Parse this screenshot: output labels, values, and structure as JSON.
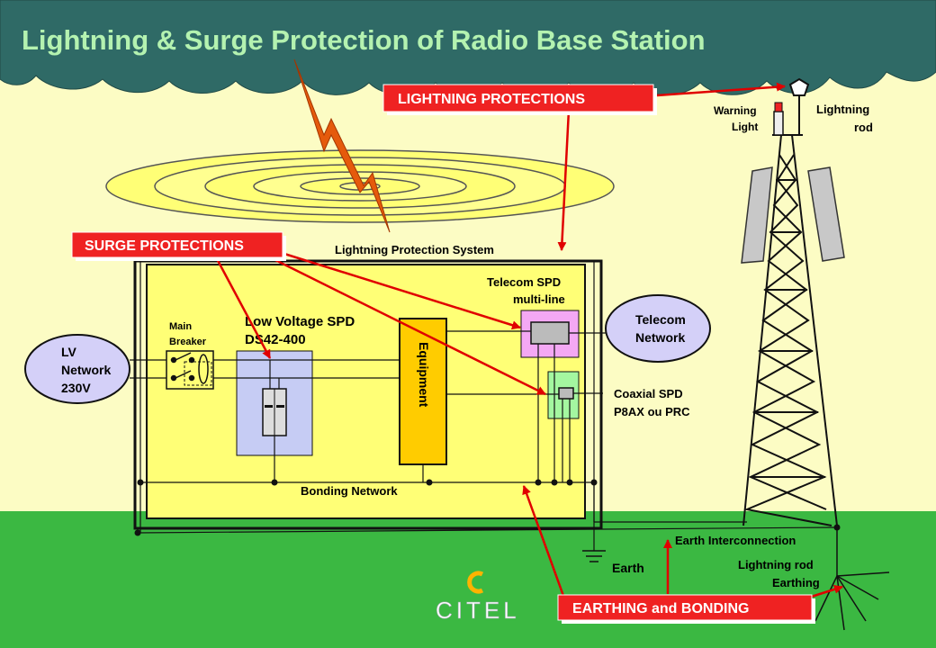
{
  "title": "Lightning & Surge Protection of Radio Base Station",
  "labels": {
    "lightning_protections": "LIGHTNING PROTECTIONS",
    "surge_protections": "SURGE PROTECTIONS",
    "earthing_bonding": "EARTHING and BONDING"
  },
  "components": {
    "lps": "Lightning Protection System",
    "lv_network": [
      "LV",
      "Network",
      "230V"
    ],
    "main_breaker": [
      "Main",
      "Breaker"
    ],
    "lv_spd": [
      "Low Voltage SPD",
      "DS42-400"
    ],
    "equipment": "Equipment",
    "telecom_spd": [
      "Telecom SPD",
      "multi-line"
    ],
    "telecom_network": [
      "Telecom",
      "Network"
    ],
    "coaxial_spd": [
      "Coaxial SPD",
      "P8AX ou PRC"
    ],
    "bonding_network": "Bonding Network",
    "earth": "Earth",
    "earth_interconnection": "Earth Interconnection",
    "lightning_rod_earthing": [
      "Lightning rod",
      "Earthing"
    ],
    "warning_light": [
      "Warning",
      "Light"
    ],
    "lightning_rod": [
      "Lightning",
      "rod"
    ]
  },
  "logo": "CITEL",
  "colors": {
    "sky": "#fcfcc4",
    "cloud": "#2f6a66",
    "ground": "#3bb842",
    "building": "#ffff76",
    "callout": "#ef2222",
    "equipment": "#ffcc00",
    "lv_spd": "#c6ccf4",
    "telecom_spd": "#f4a8f4",
    "coax_spd": "#a4f7a0",
    "network": "#d4d0f8"
  }
}
